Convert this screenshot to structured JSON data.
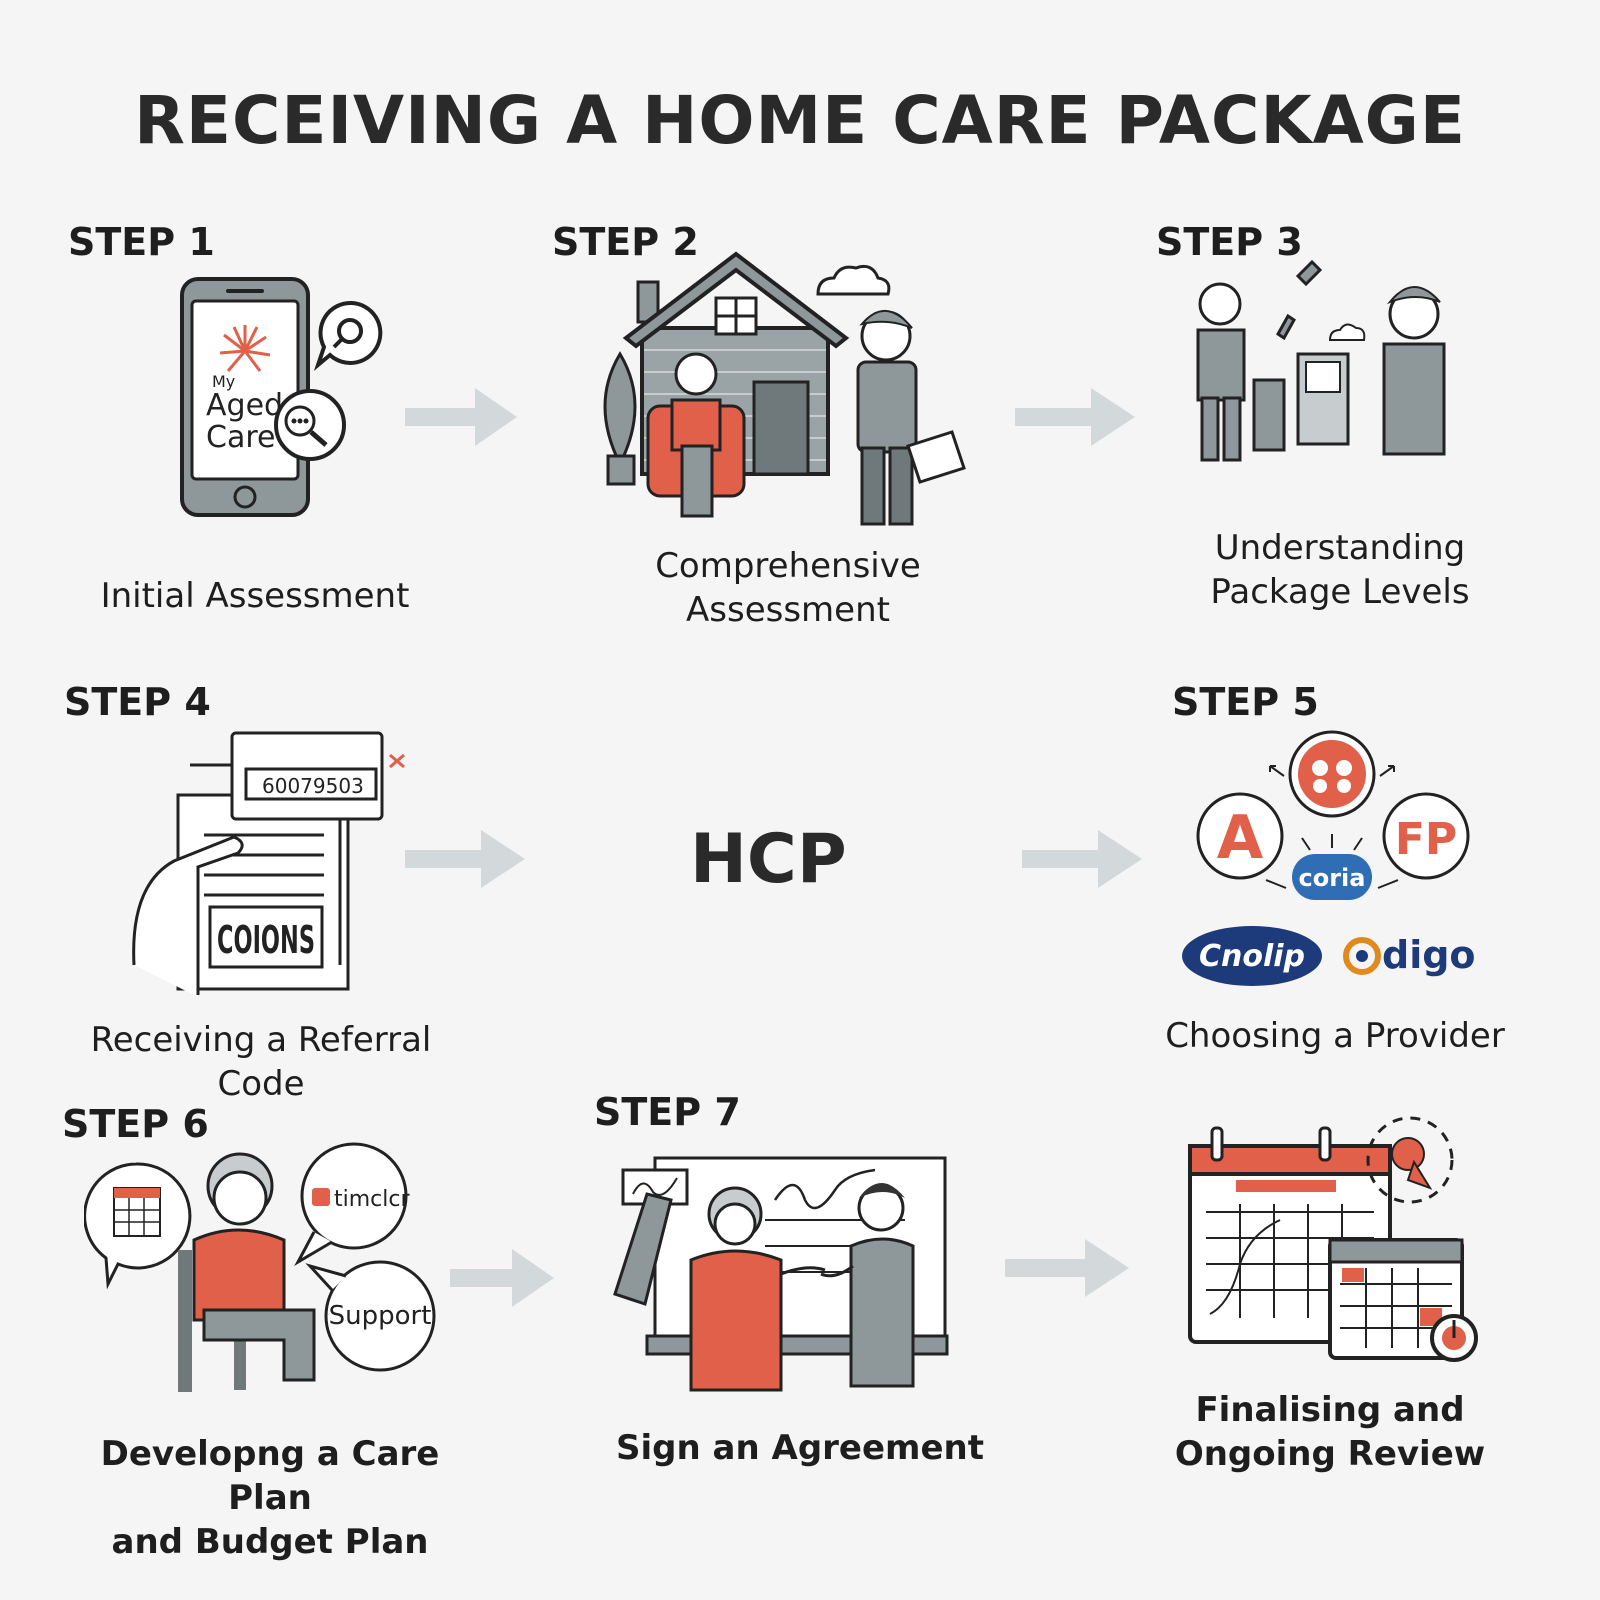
{
  "title": "RECEIVING A HOME CARE PACKAGE",
  "center_label": "HCP",
  "colors": {
    "accent": "#e0604a",
    "grey": "#8e979a",
    "arrow": "#d3d9da",
    "navy": "#1d3a7a",
    "blue": "#2f6db5",
    "orange": "#e08a1e"
  },
  "steps": [
    {
      "label": "STEP 1",
      "caption": "Initial Assessment",
      "logo_text": [
        "My",
        "Aged",
        "Care"
      ]
    },
    {
      "label": "STEP 2",
      "caption": "Comprehensive Assessment"
    },
    {
      "label": "STEP 3",
      "caption_lines": [
        "Understanding",
        "Package Levels"
      ]
    },
    {
      "label": "STEP 4",
      "caption": "Receiving a Referral Code",
      "code": "60079503",
      "card_text": "COIONS"
    },
    {
      "label": "STEP 5",
      "caption": "Choosing a Provider",
      "providers": [
        "A",
        "FP",
        "coria",
        "Cnolip",
        "digo"
      ]
    },
    {
      "label": "STEP 6",
      "caption_lines": [
        "Developng a Care Plan",
        "and Budget Plan"
      ],
      "bubbles": [
        "timclcr",
        "Support"
      ]
    },
    {
      "label": "STEP 7",
      "caption": "Sign an Agreement"
    },
    {
      "caption_lines": [
        "Finalising and",
        "Ongoing Review"
      ]
    }
  ]
}
